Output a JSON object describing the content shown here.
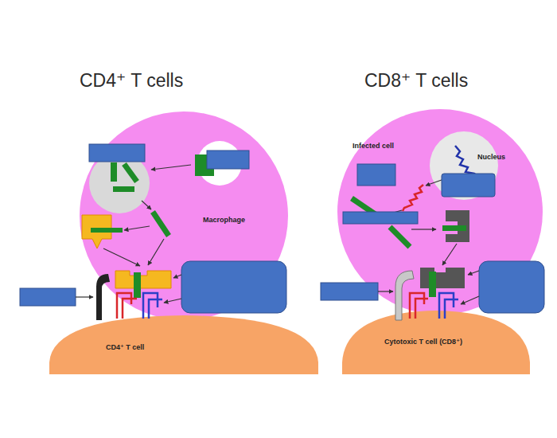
{
  "diagram": {
    "nodes": [
      {
        "text": [
          "Macrophage"
        ]
      },
      {
        "text": [
          "CD4⁺ T cell"
        ]
      },
      {
        "text": [
          "Infected cell"
        ]
      },
      {
        "text": [
          "Nucleus"
        ],
        "in": 2
      },
      {
        "text": [
          "Cytotoxic T cell (CD8⁺)"
        ]
      }
    ],
    "labels": [
      "CD4⁺ T cells",
      "CD8⁺ T cells"
    ]
  }
}
